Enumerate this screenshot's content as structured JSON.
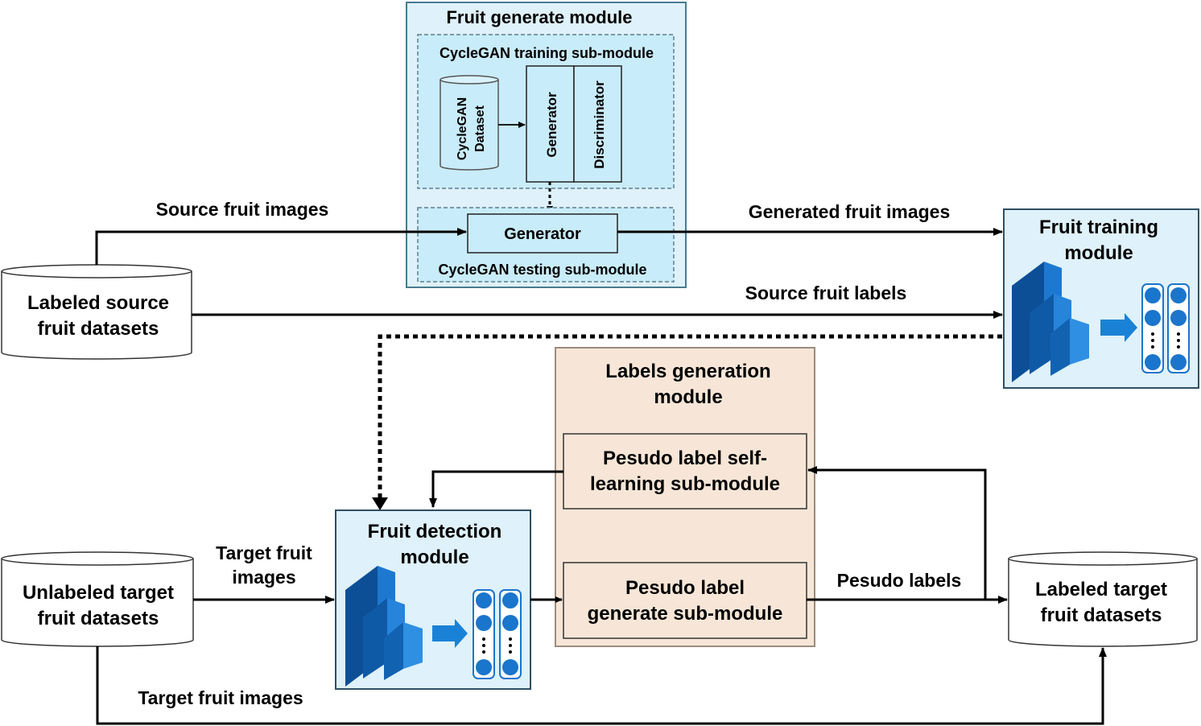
{
  "fruit_generate_module": {
    "title": "Fruit generate module",
    "training_submodule": {
      "title": "CycleGAN training sub-module",
      "dataset_line1": "CycleGAN",
      "dataset_line2": "Dataset",
      "generator": "Generator",
      "discriminator": "Discriminator"
    },
    "testing_submodule": {
      "title": "CycleGAN testing sub-module",
      "generator": "Generator"
    }
  },
  "labeled_source": {
    "line1": "Labeled source",
    "line2": "fruit datasets"
  },
  "fruit_training": {
    "line1": "Fruit training",
    "line2": "module"
  },
  "labels_generation": {
    "line1": "Labels generation",
    "line2": "module",
    "self_learning_line1": "Pesudo label self-",
    "self_learning_line2": "learning sub-module",
    "generate_line1": "Pesudo label",
    "generate_line2": "generate sub-module"
  },
  "fruit_detection": {
    "line1": "Fruit detection",
    "line2": "module"
  },
  "unlabeled_target": {
    "line1": "Unlabeled target",
    "line2": "fruit datasets"
  },
  "labeled_target": {
    "line1": "Labeled target",
    "line2": "fruit datasets"
  },
  "edges": {
    "source_fruit_images": "Source fruit images",
    "generated_fruit_images": "Generated fruit images",
    "source_fruit_labels": "Source fruit labels",
    "target_fruit_images_line1": "Target fruit",
    "target_fruit_images_line2": "images",
    "pesudo_labels": "Pesudo labels",
    "target_fruit_images_bottom": "Target fruit images"
  },
  "colors": {
    "module_blue_fill": "#dff1fa",
    "module_blue_border": "#4a7a90",
    "submodule_fill": "#c9ecfa",
    "labels_module_fill": "#f7e6d7",
    "labels_module_border": "#9b8b7d",
    "network_blue": "#1565b8",
    "neuron_blue": "#1a75cc"
  }
}
